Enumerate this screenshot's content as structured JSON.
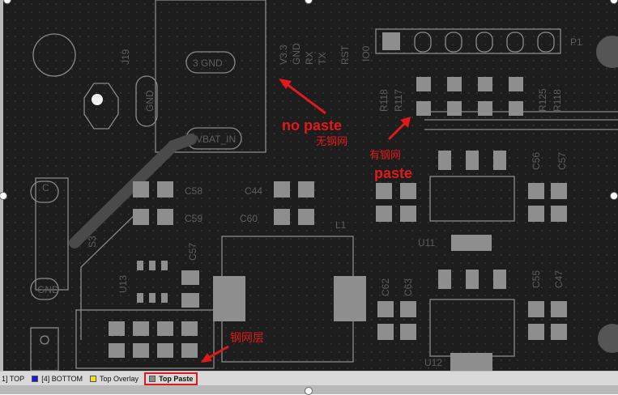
{
  "pcb": {
    "silk": {
      "j19": "J19",
      "gnd_a": "GND",
      "pad3_gnd": "3  GND",
      "vbat": "VBAT_IN",
      "net_v33": "V3.3",
      "net_gnd": "GND",
      "net_rx": "RX",
      "net_tx": "TX",
      "net_rst": "RST",
      "net_io0": "IO0",
      "p1": "P1",
      "r118a": "R118",
      "r117": "R117",
      "r125": "R125",
      "r118b": "R118",
      "c58": "C58",
      "c44": "C44",
      "c59": "C59",
      "c60": "C60",
      "l1": "L1",
      "c56": "C56",
      "c57": "C57",
      "u11": "U11",
      "s3": "S3",
      "u13": "U13",
      "c57b": "C57",
      "c62": "C62",
      "c63": "C63",
      "c55": "C55",
      "c47": "C47",
      "u12": "U12",
      "gnd_b": "GND",
      "c_left": "C"
    },
    "annotations": {
      "no_paste_en": "no paste",
      "no_paste_zh": "无钢网",
      "paste_zh": "有钢网",
      "paste_en": "paste",
      "layer_zh": "钢网层"
    },
    "colors": {
      "board": "#1d1d1d",
      "pad": "#8e8e8e",
      "annotation": "#e01a1a"
    }
  },
  "layer_tabs": [
    {
      "label": "1] TOP",
      "color": ""
    },
    {
      "label": "[4] BOTTOM",
      "color": "#1a1ad6"
    },
    {
      "label": "Top Overlay",
      "color": "#f0e020"
    },
    {
      "label": "Top Paste",
      "color": "#8a8a8a",
      "active": true
    }
  ]
}
